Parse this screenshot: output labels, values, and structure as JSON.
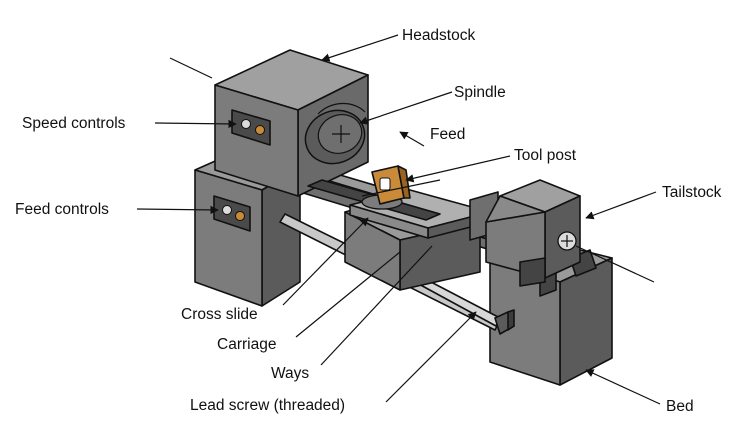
{
  "colors": {
    "body_dark": "#5b5b5b",
    "body_mid": "#6f6f6f",
    "body_light": "#9a9a9a",
    "body_face": "#7c7c7c",
    "rod": "#c8c8c8",
    "tool_post": "#c98a3a",
    "outline": "#111111"
  },
  "labels": {
    "headstock": "Headstock",
    "spindle": "Spindle",
    "speed_controls": "Speed controls",
    "feed": "Feed",
    "tool_post": "Tool post",
    "tailstock": "Tailstock",
    "feed_controls": "Feed controls",
    "cross_slide": "Cross slide",
    "carriage": "Carriage",
    "ways": "Ways",
    "lead_screw": "Lead screw (threaded)",
    "bed": "Bed"
  },
  "icons": [
    "speed-knob-icon",
    "feed-knob-icon",
    "spindle-chuck-icon",
    "tailstock-handwheel-icon"
  ]
}
